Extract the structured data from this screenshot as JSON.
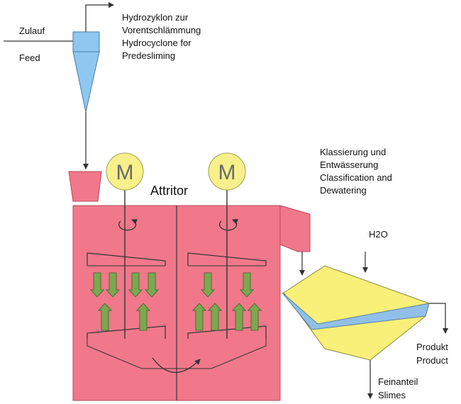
{
  "labels": {
    "zulauf": "Zulauf",
    "feed": "Feed",
    "cyclone_de_1": "Hydrozyklon zur",
    "cyclone_de_2": "Vorentschlämmung",
    "cyclone_en_1": "Hydrocyclone for",
    "cyclone_en_2": "Predesliming",
    "attritor": "Attritor",
    "class_de_1": "Klassierung und",
    "class_de_2": "Entwässerung",
    "class_en_1": "Classification and",
    "class_en_2": "Dewatering",
    "h2o": "H2O",
    "produkt": "Produkt",
    "product": "Product",
    "feinanteil": "Feinanteil",
    "slimes": "Slimes",
    "motor_symbol": "M"
  },
  "colors": {
    "tank": "#f0788a",
    "tank_stroke": "#b8495a",
    "cyclone": "#8ec8f0",
    "motor": "#f8f08a",
    "classifier": "#f8f078",
    "classifier_band": "#90c0e8",
    "arrow": "#7ca850",
    "line": "#333333"
  }
}
